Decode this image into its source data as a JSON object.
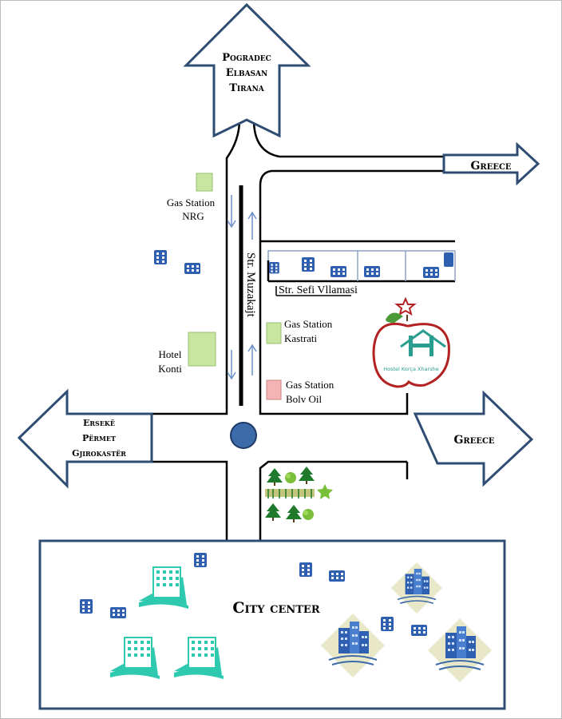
{
  "directions": {
    "north": [
      "Pogradec",
      "Elbasan",
      "Tirana"
    ],
    "east_upper": "Greece",
    "west": [
      "Ersekë",
      "Përmet",
      "Gjirokastër"
    ],
    "east_lower": "Greece"
  },
  "streets": {
    "main": "Str. Muzakajt",
    "side": "Str. Sefi Vllamasi"
  },
  "places": {
    "gas_nrg": [
      "Gas Station",
      "NRG"
    ],
    "hotel_konti": [
      "Hotel",
      "Konti"
    ],
    "gas_kastrati": [
      "Gas Station",
      "Kastrati"
    ],
    "gas_bolv": [
      "Gas Station",
      "Bolv Oil"
    ],
    "hostel_logo": "Hostel Korça Xharshe",
    "city_center": "City center"
  },
  "colors": {
    "arrow_border": "#2f4d73",
    "road": "#000000",
    "roundabout": "#3d6aa8",
    "gas_green": "#c8e6a0",
    "gas_red": "#f4b4b4",
    "hostel_red": "#b22222",
    "hostel_teal": "#2a9e8e",
    "building_blue": "#2f5fb0",
    "building_teal": "#2fc9b0"
  }
}
